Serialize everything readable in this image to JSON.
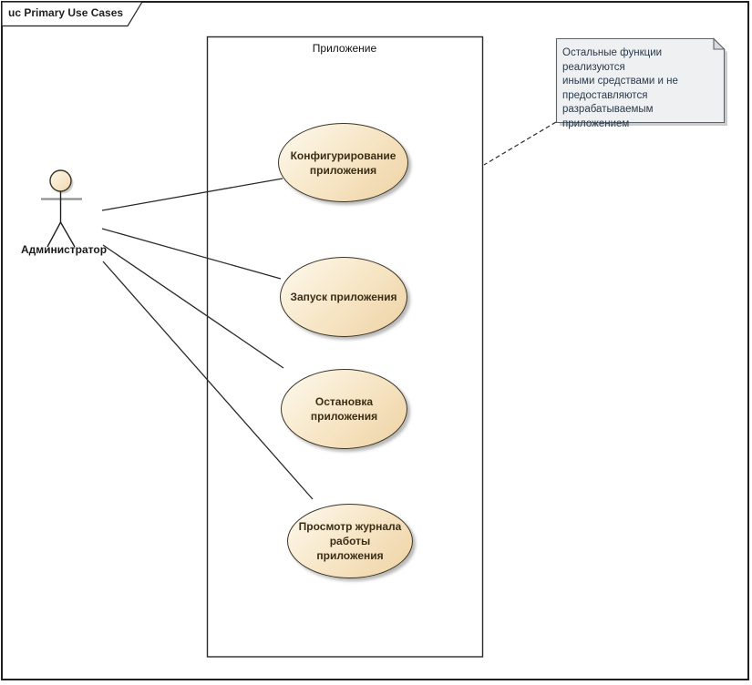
{
  "frame": {
    "title": "uc Primary Use Cases"
  },
  "system_boundary": {
    "title": "Приложение"
  },
  "actor": {
    "name": "Администратор"
  },
  "use_cases": [
    {
      "label": "Конфигурирование\nприложения"
    },
    {
      "label": "Запуск приложения"
    },
    {
      "label": "Остановка\nприложения"
    },
    {
      "label": "Просмотр журнала\nработы приложения"
    }
  ],
  "note": {
    "text": "Остальные функции реализуются\nиными средствами и не\nпредоставляются\nразрабатываемым приложением"
  },
  "associations": [
    {
      "from": "Администратор",
      "to": "Конфигурирование приложения",
      "type": "association"
    },
    {
      "from": "Администратор",
      "to": "Запуск приложения",
      "type": "association"
    },
    {
      "from": "Администратор",
      "to": "Остановка приложения",
      "type": "association"
    },
    {
      "from": "Администратор",
      "to": "Просмотр журнала работы приложения",
      "type": "association"
    },
    {
      "from": "note",
      "to": "Приложение",
      "type": "note-link-dashed"
    }
  ],
  "colors": {
    "frame_border": "#202020",
    "line": "#2a2a2a",
    "usecase_border": "#3a3526",
    "usecase_fill_light": "#fdf9ee",
    "usecase_fill_dark": "#eed2a4",
    "note_fill": "#eef0f2",
    "note_border": "#5f6366"
  }
}
